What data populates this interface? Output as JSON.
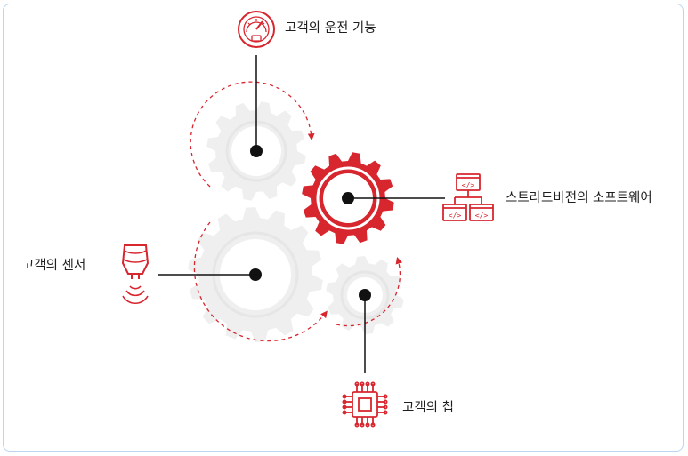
{
  "labels": {
    "driving": "고객의 운전 기능",
    "software": "스트라드비젼의 소프트웨어",
    "sensor": "고객의 센서",
    "chip": "고객의 칩"
  },
  "icons": {
    "driving": "speedometer-icon",
    "software": "code-network-icon",
    "sensor": "radar-sensor-icon",
    "chip": "microchip-icon"
  },
  "colors": {
    "accent": "#d7262e",
    "gear_gray": "#efefef",
    "line": "#111111",
    "frame": "#b9d6f2"
  }
}
